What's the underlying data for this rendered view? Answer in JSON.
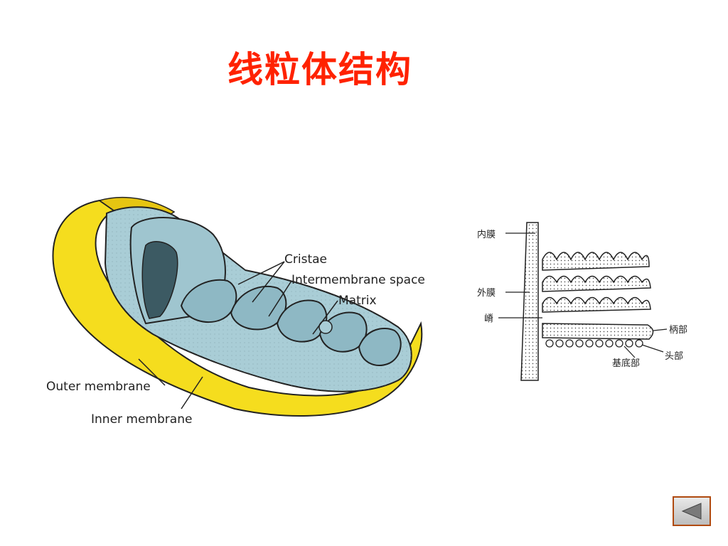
{
  "slide": {
    "title": "线粒体结构"
  },
  "diagram_left": {
    "labels": {
      "cristae": "Cristae",
      "intermembrane": "Intermembrane space",
      "matrix": "Matrix",
      "outer": "Outer membrane",
      "inner": "Inner membrane"
    },
    "colors": {
      "outer_membrane": "#f5dd1e",
      "inner_membrane": "#a9cdd6"
    }
  },
  "diagram_right": {
    "labels": {
      "inner_membrane": "内膜",
      "outer_membrane": "外膜",
      "crista": "嵴",
      "stalk": "柄部",
      "head": "头部",
      "base": "基底部"
    }
  },
  "nav": {
    "icon": "triangle-left-icon"
  }
}
